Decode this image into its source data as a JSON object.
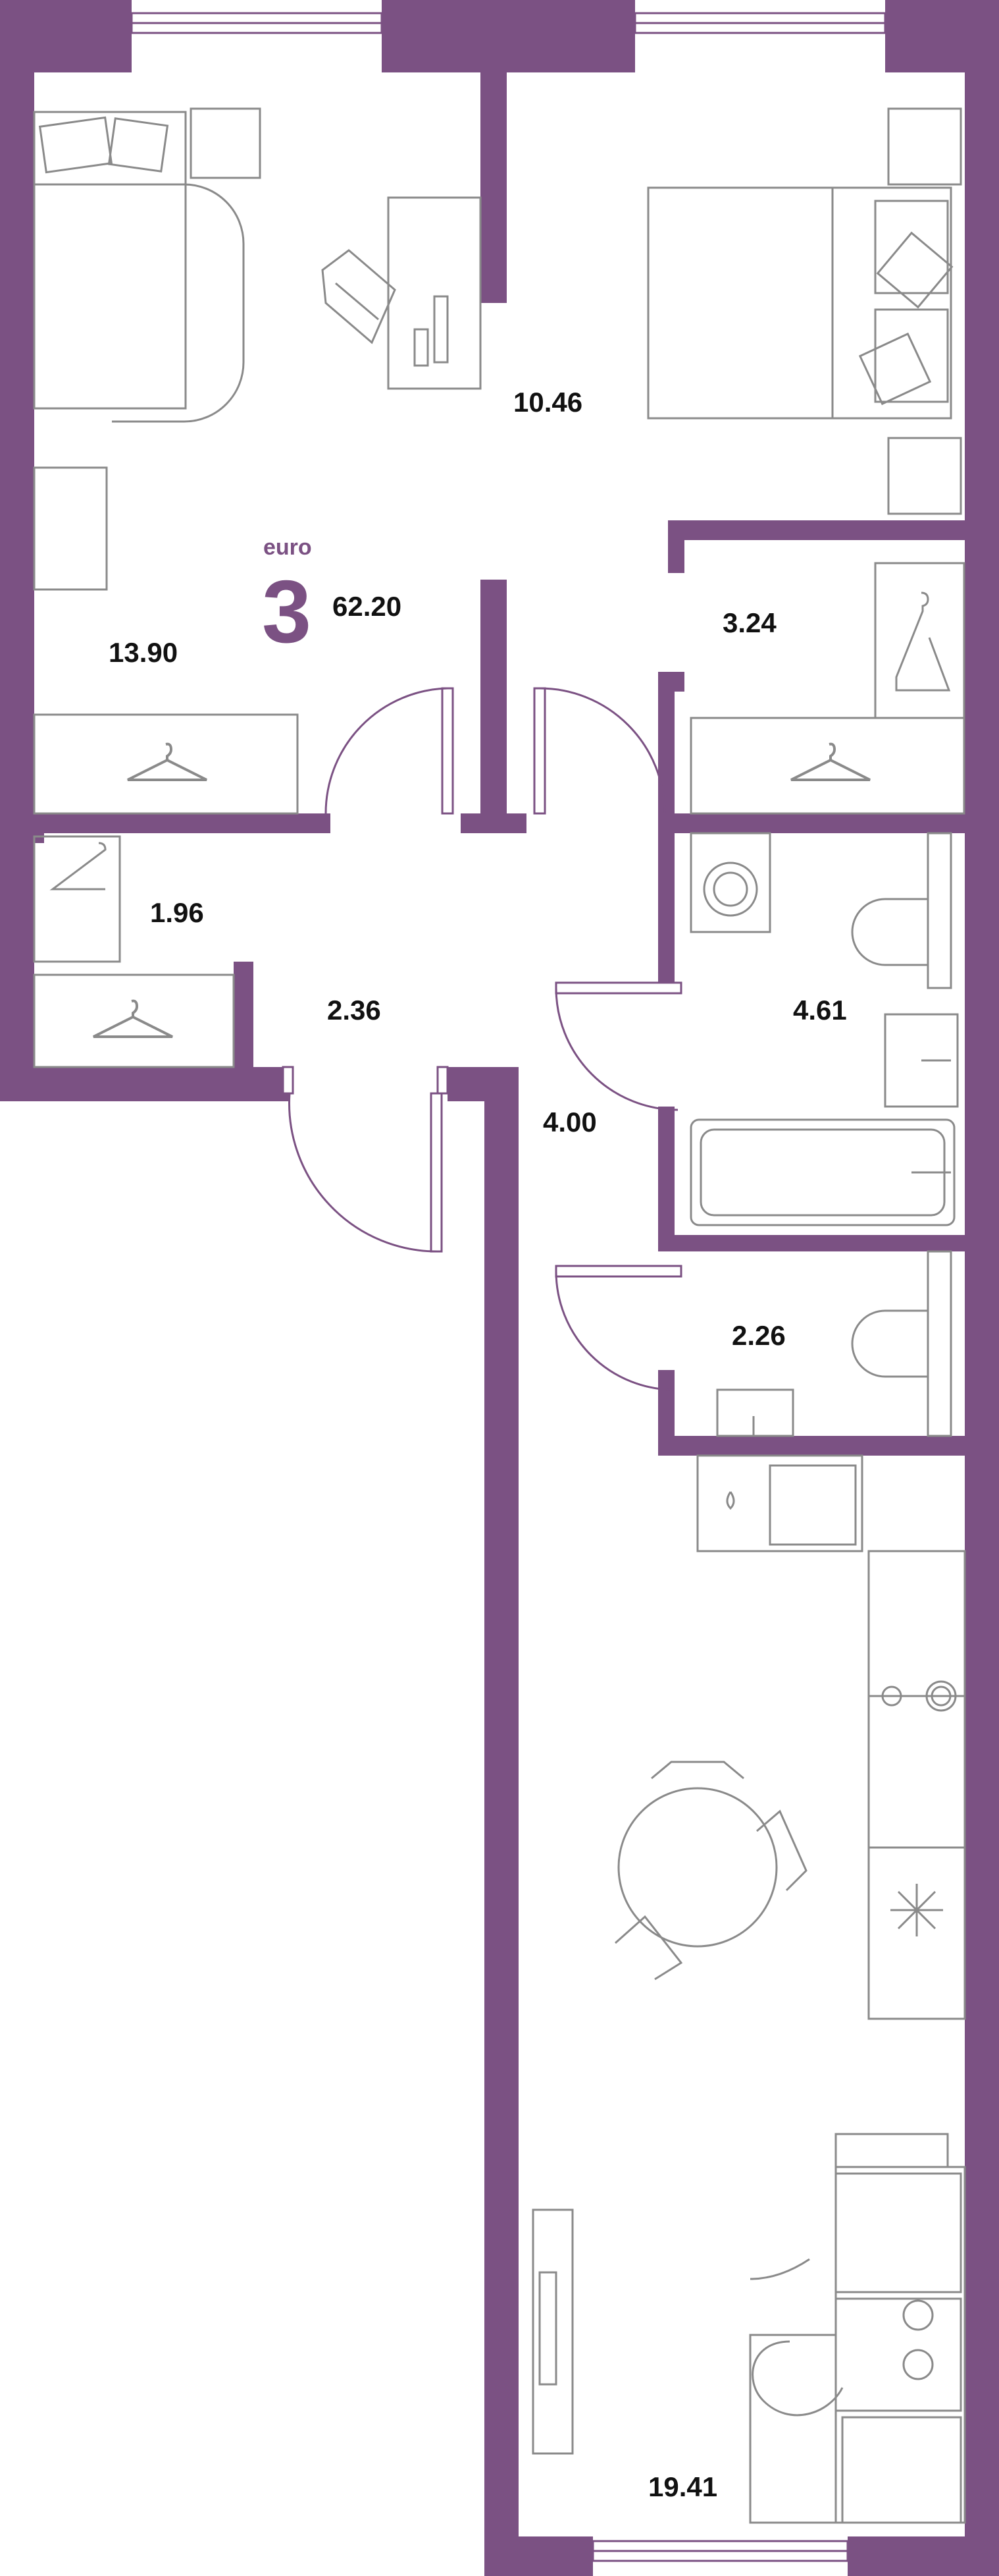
{
  "badge": {
    "prefix": "euro",
    "rooms": "3",
    "total_area": "62.20"
  },
  "rooms": {
    "bedroom_left": "13.90",
    "bedroom_right": "10.46",
    "wardrobe_right": "3.24",
    "wardrobe_left": "1.96",
    "hall": "2.36",
    "corridor": "4.00",
    "bathroom": "4.61",
    "toilet": "2.26",
    "kitchen_living": "19.41"
  },
  "colors": {
    "wall": "#7b5183",
    "furniture_line": "#8a8a8a",
    "badge": "#7b5183",
    "text": "#111111"
  }
}
